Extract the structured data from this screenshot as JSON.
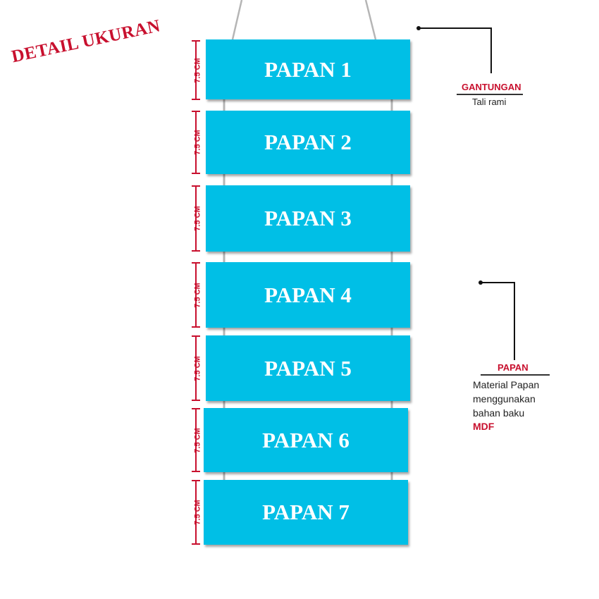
{
  "title": "DETAIL UKURAN",
  "boards": [
    {
      "label": "PAPAN 1"
    },
    {
      "label": "PAPAN 2"
    },
    {
      "label": "PAPAN 3"
    },
    {
      "label": "PAPAN 4"
    },
    {
      "label": "PAPAN 5"
    },
    {
      "label": "PAPAN 6"
    },
    {
      "label": "PAPAN 7"
    }
  ],
  "dimension_label": "7.5 CM",
  "callouts": {
    "gantungan": {
      "title": "GANTUNGAN",
      "text": "Tali rami"
    },
    "papan": {
      "title": "PAPAN",
      "lines": [
        "Material Papan",
        "menggunakan",
        "bahan baku"
      ],
      "emphasis": "MDF"
    }
  },
  "colors": {
    "board": "#00bfe6",
    "accent": "#c8102e",
    "rope": "#b5b5b5"
  }
}
